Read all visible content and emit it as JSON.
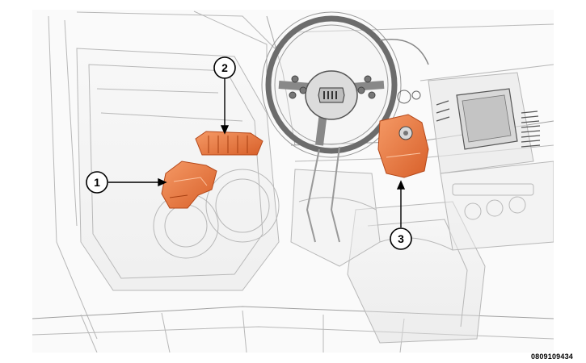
{
  "figure": {
    "id": "0809109434",
    "callouts": [
      {
        "number": "1"
      },
      {
        "number": "2"
      },
      {
        "number": "3"
      }
    ],
    "colors": {
      "highlight": "#e8743c",
      "highlight_dark": "#c4531f",
      "line": "#9a9a9a",
      "line_light": "#c8c8c8",
      "ghost_fill": "#eeeeee",
      "callout_stroke": "#000000",
      "callout_fill": "#ffffff"
    },
    "icons": {
      "steering_emblem": "jeep-grille-emblem"
    }
  }
}
